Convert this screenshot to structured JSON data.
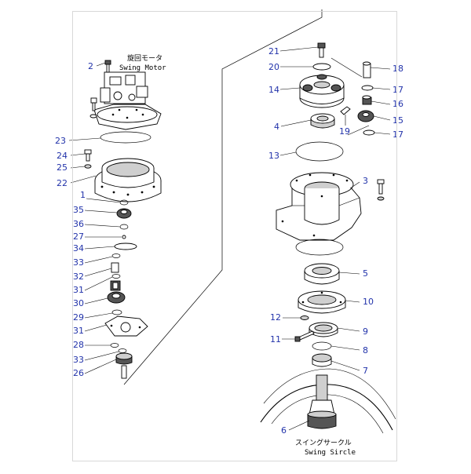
{
  "captions": {
    "swing_motor_jp": "旋回モータ",
    "swing_motor_en": "Swing Motor",
    "swing_circle_jp": "スイングサークル",
    "swing_circle_en": "Swing Sircle"
  },
  "callouts": [
    {
      "id": "c2",
      "label": "2"
    },
    {
      "id": "c23",
      "label": "23"
    },
    {
      "id": "c24",
      "label": "24"
    },
    {
      "id": "c25",
      "label": "25"
    },
    {
      "id": "c22",
      "label": "22"
    },
    {
      "id": "c1",
      "label": "1"
    },
    {
      "id": "c35",
      "label": "35"
    },
    {
      "id": "c36",
      "label": "36"
    },
    {
      "id": "c27",
      "label": "27"
    },
    {
      "id": "c34",
      "label": "34"
    },
    {
      "id": "c33a",
      "label": "33"
    },
    {
      "id": "c32",
      "label": "32"
    },
    {
      "id": "c31a",
      "label": "31"
    },
    {
      "id": "c30",
      "label": "30"
    },
    {
      "id": "c29",
      "label": "29"
    },
    {
      "id": "c31b",
      "label": "31"
    },
    {
      "id": "c28",
      "label": "28"
    },
    {
      "id": "c33b",
      "label": "33"
    },
    {
      "id": "c26",
      "label": "26"
    },
    {
      "id": "c21",
      "label": "21"
    },
    {
      "id": "c20",
      "label": "20"
    },
    {
      "id": "c18",
      "label": "18"
    },
    {
      "id": "c14",
      "label": "14"
    },
    {
      "id": "c17a",
      "label": "17"
    },
    {
      "id": "c16",
      "label": "16"
    },
    {
      "id": "c4",
      "label": "4"
    },
    {
      "id": "c15",
      "label": "15"
    },
    {
      "id": "c19",
      "label": "19"
    },
    {
      "id": "c17b",
      "label": "17"
    },
    {
      "id": "c13",
      "label": "13"
    },
    {
      "id": "c3",
      "label": "3"
    },
    {
      "id": "c5",
      "label": "5"
    },
    {
      "id": "c10",
      "label": "10"
    },
    {
      "id": "c12",
      "label": "12"
    },
    {
      "id": "c9",
      "label": "9"
    },
    {
      "id": "c11",
      "label": "11"
    },
    {
      "id": "c8",
      "label": "8"
    },
    {
      "id": "c7",
      "label": "7"
    },
    {
      "id": "c6",
      "label": "6"
    }
  ]
}
